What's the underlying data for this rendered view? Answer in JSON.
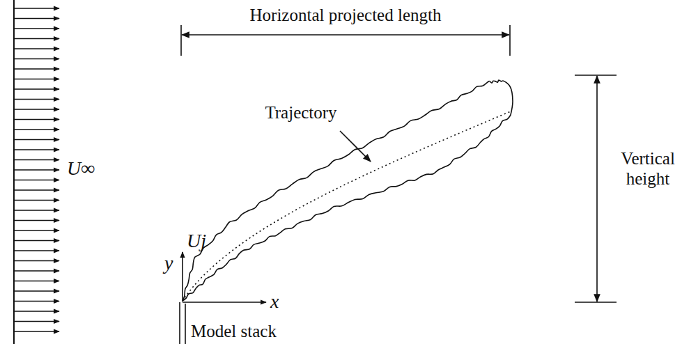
{
  "diagram": {
    "labels": [
      "Horizontal projected length",
      "Trajectory",
      "U∞",
      "Vertical height",
      "Uj",
      "y",
      "x",
      "Model stack"
    ]
  }
}
